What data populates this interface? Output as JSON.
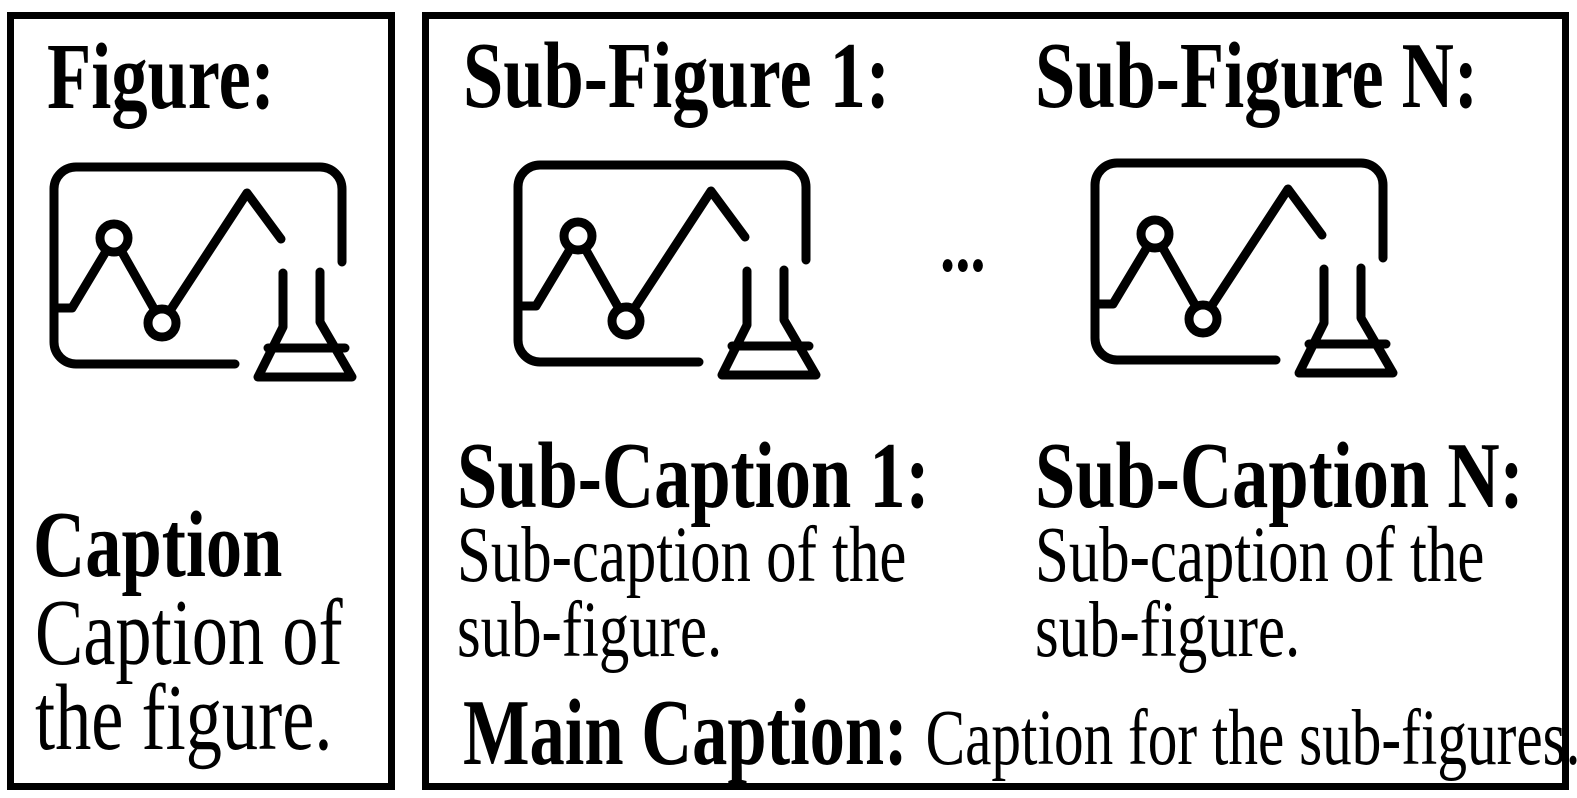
{
  "left_panel": {
    "title": "Figure:",
    "caption_label": "Caption",
    "caption_line1": "Caption of",
    "caption_line2": "the figure."
  },
  "right_panel": {
    "sub_figure_1": {
      "title": "Sub-Figure 1:",
      "caption_label": "Sub-Caption 1:",
      "caption_line1": "Sub-caption of the",
      "caption_line2": "sub-figure."
    },
    "ellipsis": "...",
    "sub_figure_n": {
      "title": "Sub-Figure N:",
      "caption_label": "Sub-Caption N:",
      "caption_line1": "Sub-caption of the",
      "caption_line2": "sub-figure."
    },
    "main_caption": {
      "label": "Main Caption:",
      "text": "Caption for the sub-figures."
    }
  },
  "icons": {
    "chart_flask": "chart-flask-icon"
  },
  "colors": {
    "foreground": "#000000",
    "background": "#ffffff"
  }
}
